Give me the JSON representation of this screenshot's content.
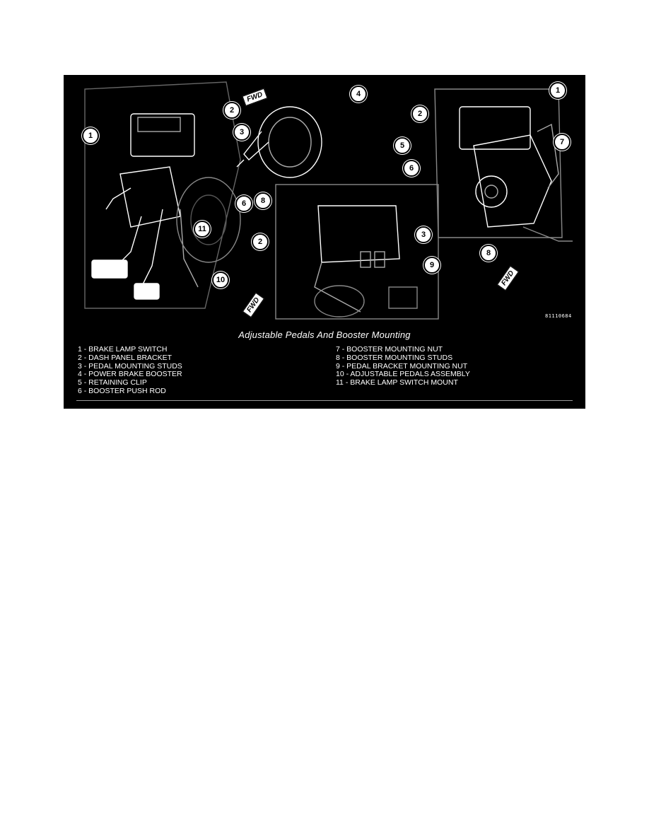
{
  "figure": {
    "caption": "Adjustable Pedals And Booster Mounting",
    "figure_id": "81110684",
    "fwd_label": "FWD",
    "legend_left": [
      "1 - BRAKE LAMP SWITCH",
      "2 - DASH PANEL BRACKET",
      "3 - PEDAL MOUNTING STUDS",
      "4 - POWER BRAKE BOOSTER",
      "5 - RETAINING CLIP",
      "6 - BOOSTER PUSH ROD"
    ],
    "legend_right": [
      "7 - BOOSTER MOUNTING NUT",
      "8 - BOOSTER MOUNTING STUDS",
      "9 - PEDAL BRACKET MOUNTING NUT",
      "10 - ADJUSTABLE PEDALS ASSEMBLY",
      "11 - BRAKE LAMP SWITCH MOUNT"
    ],
    "callouts": [
      "1",
      "2",
      "3",
      "4",
      "6",
      "8",
      "11",
      "10",
      "2",
      "3",
      "9",
      "2",
      "1",
      "5",
      "6",
      "7",
      "8"
    ]
  }
}
